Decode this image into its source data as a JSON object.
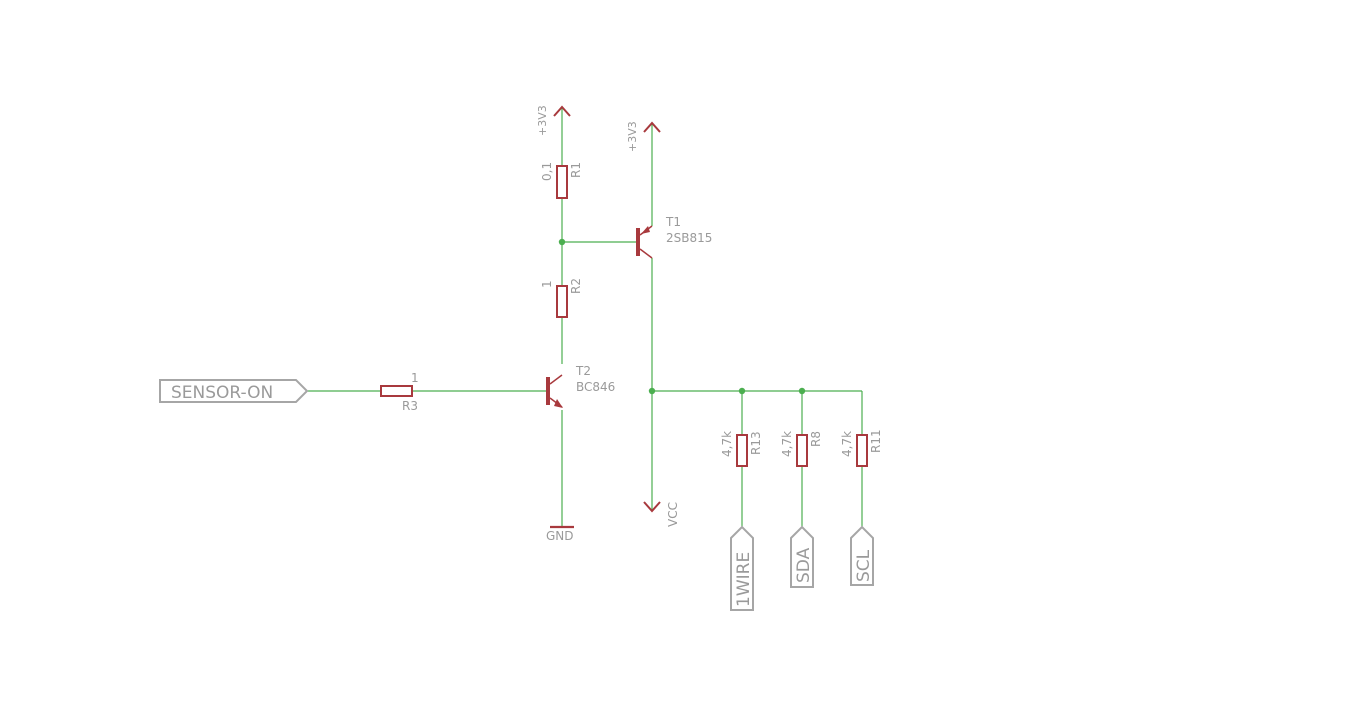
{
  "net_labels": {
    "sensor_on": "SENSOR-ON",
    "onewire": "1WIRE",
    "sda": "SDA",
    "scl": "SCL"
  },
  "supplies": {
    "v3v3_r1": "+3V3",
    "v3v3_t1": "+3V3",
    "vcc": "VCC",
    "gnd": "GND"
  },
  "components": {
    "r1": {
      "name": "R1",
      "value": "0,1"
    },
    "r2": {
      "name": "R2",
      "value": "1"
    },
    "r3": {
      "name": "R3",
      "value": "1"
    },
    "r8": {
      "name": "R8",
      "value": "4,7k"
    },
    "r11": {
      "name": "R11",
      "value": "4,7k"
    },
    "r13": {
      "name": "R13",
      "value": "4,7k"
    },
    "t1": {
      "name": "T1",
      "value": "2SB815"
    },
    "t2": {
      "name": "T2",
      "value": "BC846"
    }
  },
  "colors": {
    "wire": "#4caf50",
    "part": "#a8393d",
    "label": "#a6a6a6",
    "text": "#9a9a9a",
    "background": "#ffffff"
  }
}
